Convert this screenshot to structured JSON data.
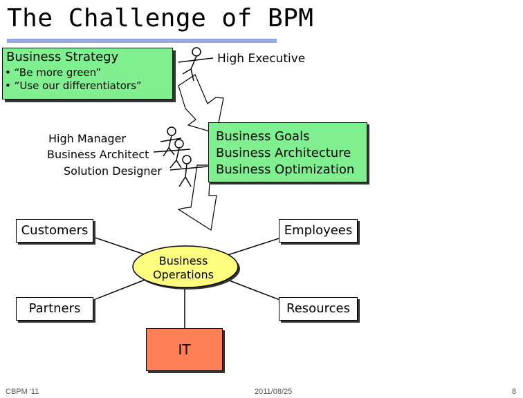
{
  "title": "The Challenge of BPM",
  "strategy": {
    "heading": "Business Strategy",
    "bullets": [
      "• “Be more green”",
      "• “Use our differentiators”"
    ]
  },
  "executive_label": "High Executive",
  "roles": [
    "High Manager",
    "Business Architect",
    "Solution Designer"
  ],
  "goals": [
    "Business Goals",
    "Business Architecture",
    "Business Optimization"
  ],
  "stakeholders": {
    "customers": "Customers",
    "employees": "Employees",
    "partners": "Partners",
    "resources": "Resources"
  },
  "operations": [
    "Business",
    "Operations"
  ],
  "it_label": "IT",
  "footer": {
    "left": "CBPM '11",
    "center": "2011/08/25",
    "right": "8"
  },
  "colors": {
    "green_box": "#7fef8f",
    "operations": "#ffff7f",
    "it_box": "#ff7f57",
    "title_rule": "#9aa8e0"
  }
}
